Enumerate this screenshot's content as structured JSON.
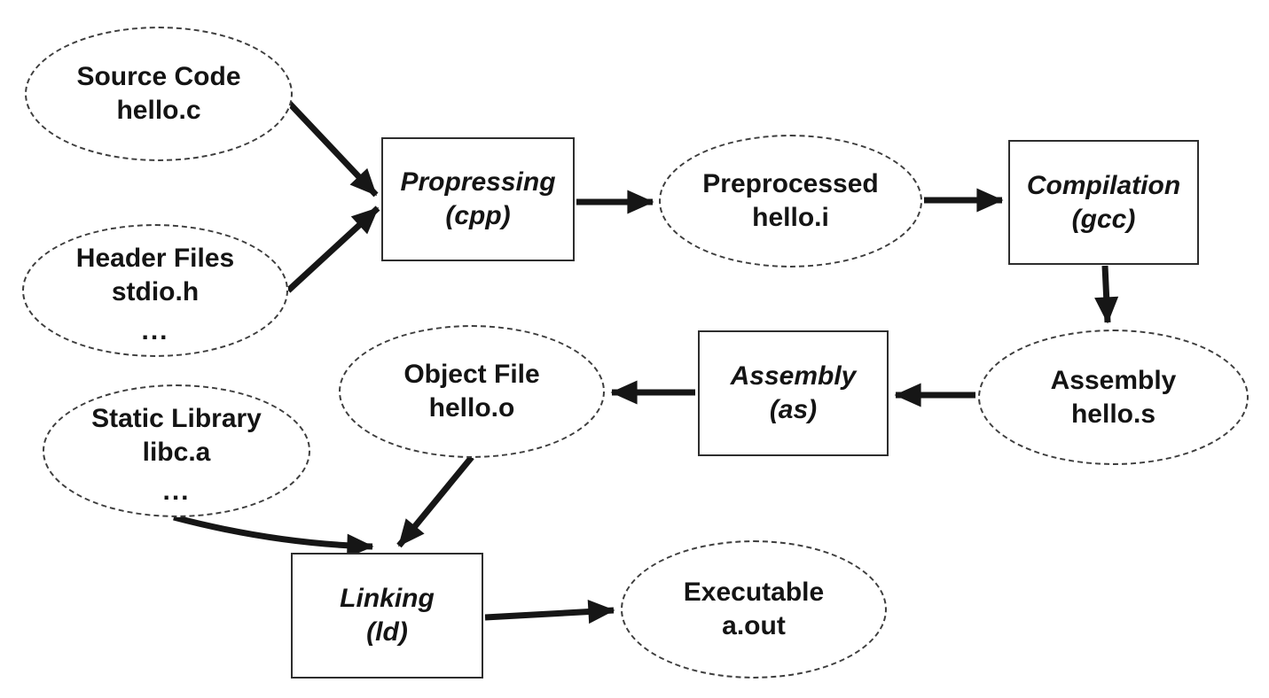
{
  "diagram": {
    "description": "Compilation pipeline flow diagram",
    "colors": {
      "background": "#ffffff",
      "line": "#161616",
      "text": "#141414"
    },
    "nodes": {
      "source_code": {
        "shape": "ellipse",
        "line1": "Source Code",
        "line2": "hello.c"
      },
      "header_files": {
        "shape": "ellipse",
        "line1": "Header Files",
        "line2": "stdio.h",
        "line3": "..."
      },
      "preprocessing": {
        "shape": "box",
        "line1": "Propressing",
        "line2": "(cpp)"
      },
      "preprocessed": {
        "shape": "ellipse",
        "line1": "Preprocessed",
        "line2": "hello.i"
      },
      "compilation": {
        "shape": "box",
        "line1": "Compilation",
        "line2": "(gcc)"
      },
      "assembly_file": {
        "shape": "ellipse",
        "line1": "Assembly",
        "line2": "hello.s"
      },
      "assembler": {
        "shape": "box",
        "line1": "Assembly",
        "line2": "(as)"
      },
      "object_file": {
        "shape": "ellipse",
        "line1": "Object File",
        "line2": "hello.o"
      },
      "static_library": {
        "shape": "ellipse",
        "line1": "Static Library",
        "line2": "libc.a",
        "line3": "..."
      },
      "linking": {
        "shape": "box",
        "line1": "Linking",
        "line2": "(ld)"
      },
      "executable": {
        "shape": "ellipse",
        "line1": "Executable",
        "line2": "a.out"
      }
    },
    "edges": [
      {
        "from": "source_code",
        "to": "preprocessing"
      },
      {
        "from": "header_files",
        "to": "preprocessing"
      },
      {
        "from": "preprocessing",
        "to": "preprocessed"
      },
      {
        "from": "preprocessed",
        "to": "compilation"
      },
      {
        "from": "compilation",
        "to": "assembly_file"
      },
      {
        "from": "assembly_file",
        "to": "assembler"
      },
      {
        "from": "assembler",
        "to": "object_file"
      },
      {
        "from": "object_file",
        "to": "linking"
      },
      {
        "from": "static_library",
        "to": "linking"
      },
      {
        "from": "linking",
        "to": "executable"
      }
    ]
  }
}
